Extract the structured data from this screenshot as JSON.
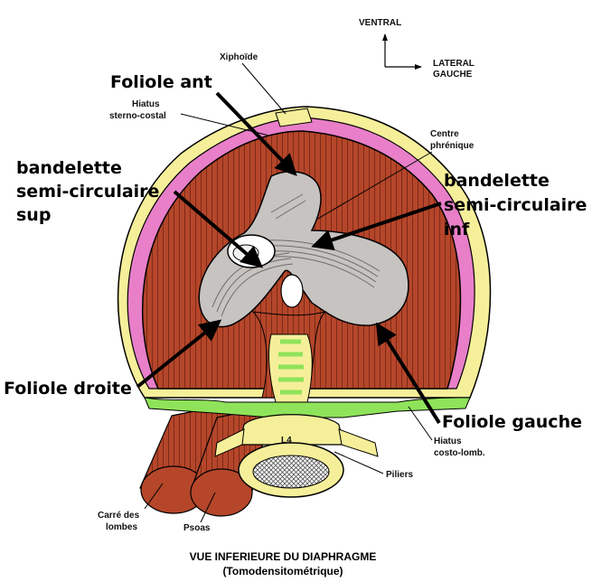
{
  "orientation": {
    "ventral": "VENTRAL",
    "lateral_line1": "LATERAL",
    "lateral_line2": "GAUCHE"
  },
  "labels_small": {
    "xiphoide": "Xiphoïde",
    "hiatus_sterno_1": "Hiatus",
    "hiatus_sterno_2": "sterno-costal",
    "centre_1": "Centre",
    "centre_2": "phrénique",
    "hiatus_costo_1": "Hiatus",
    "hiatus_costo_2": "costo-lomb.",
    "piliers": "Piliers",
    "carre_1": "Carré des",
    "carre_2": "lombes",
    "psoas": "Psoas",
    "vertebra": "L4"
  },
  "labels_big": {
    "foliole_ant": "Foliole ant",
    "band_sup_1": "bandelette",
    "band_sup_2": "semi-circulaire",
    "band_sup_3": "sup",
    "band_inf_1": "bandelette",
    "band_inf_2": "semi-circulaire",
    "band_inf_3": "inf",
    "foliole_droite": "Foliole droite",
    "foliole_gauche": "Foliole gauche"
  },
  "caption": {
    "line1": "VUE INFERIEURE DU DIAPHRAGME",
    "line2": "(Tomodensitométrique)"
  },
  "colors": {
    "muscle": "#b5462a",
    "muscle_dark": "#6b1e0e",
    "cartilage": "#e87fc8",
    "bone": "#f6ef9a",
    "green": "#8fe35a",
    "tendon": "#c6c3c1",
    "tendon_dark": "#8f8b88"
  }
}
